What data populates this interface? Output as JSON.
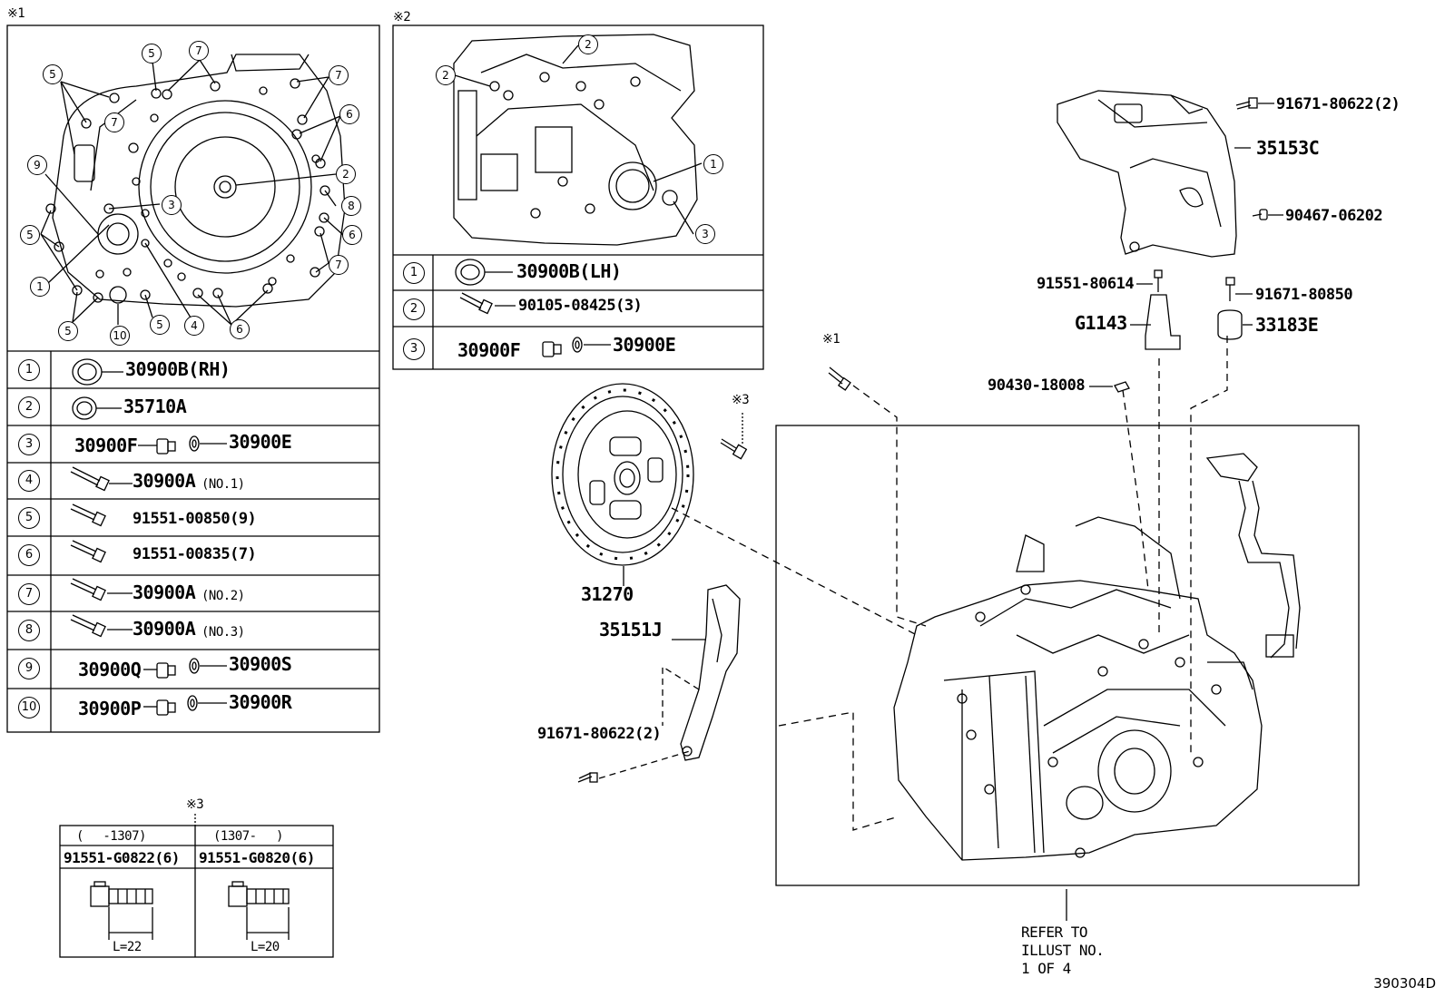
{
  "diagram_id": "390304D",
  "marks": {
    "m1": "※1",
    "m2": "※2",
    "m3": "※3"
  },
  "box1_callouts": {
    "c5a": "5",
    "c5b": "5",
    "c5c": "5",
    "c5d": "5",
    "c5e": "5",
    "c7a": "7",
    "c7b": "7",
    "c7c": "7",
    "c7d": "7",
    "c6a": "6",
    "c6b": "6",
    "c6c": "6",
    "c9": "9",
    "c3": "3",
    "c2": "2",
    "c8": "8",
    "c1": "1",
    "c10": "10",
    "c4": "4"
  },
  "box1_parts": [
    {
      "num": "1",
      "part": "30900B(RH)"
    },
    {
      "num": "2",
      "part": "35710A"
    },
    {
      "num": "3",
      "part": "30900F",
      "part2": "30900E"
    },
    {
      "num": "4",
      "part": "30900A",
      "note": "(NO.1)"
    },
    {
      "num": "5",
      "part": "91551-00850(9)"
    },
    {
      "num": "6",
      "part": "91551-00835(7)"
    },
    {
      "num": "7",
      "part": "30900A",
      "note": "(NO.2)"
    },
    {
      "num": "8",
      "part": "30900A",
      "note": "(NO.3)"
    },
    {
      "num": "9",
      "part": "30900Q",
      "part2": "30900S"
    },
    {
      "num": "10",
      "part": "30900P",
      "part2": "30900R"
    }
  ],
  "box2_callouts": {
    "c2a": "2",
    "c2b": "2",
    "c1": "1",
    "c3": "3"
  },
  "box2_parts": [
    {
      "num": "1",
      "part": "30900B(LH)"
    },
    {
      "num": "2",
      "part": "90105-08425(3)"
    },
    {
      "num": "3",
      "part": "30900F",
      "part2": "30900E"
    }
  ],
  "bolt_table": {
    "headers": [
      "(　 -1307)",
      "(1307-　 )"
    ],
    "parts": [
      "91551-G0822(6)",
      "91551-G0820(6)"
    ],
    "lengths": [
      "L=22",
      "L=20"
    ]
  },
  "labels": {
    "p91671_80622_2_top": "91671-80622(2)",
    "p35153C": "35153C",
    "p90467_06202": "90467-06202",
    "p91551_80614": "91551-80614",
    "p91671_80850": "91671-80850",
    "pG1143": "G1143",
    "p33183E": "33183E",
    "p90430_18008": "90430-18008",
    "p31270": "31270",
    "p35151J": "35151J",
    "p91671_80622_2_left": "91671-80622(2)"
  },
  "refer_note": [
    "REFER TO",
    "ILLUST NO.",
    "1 OF 4"
  ]
}
